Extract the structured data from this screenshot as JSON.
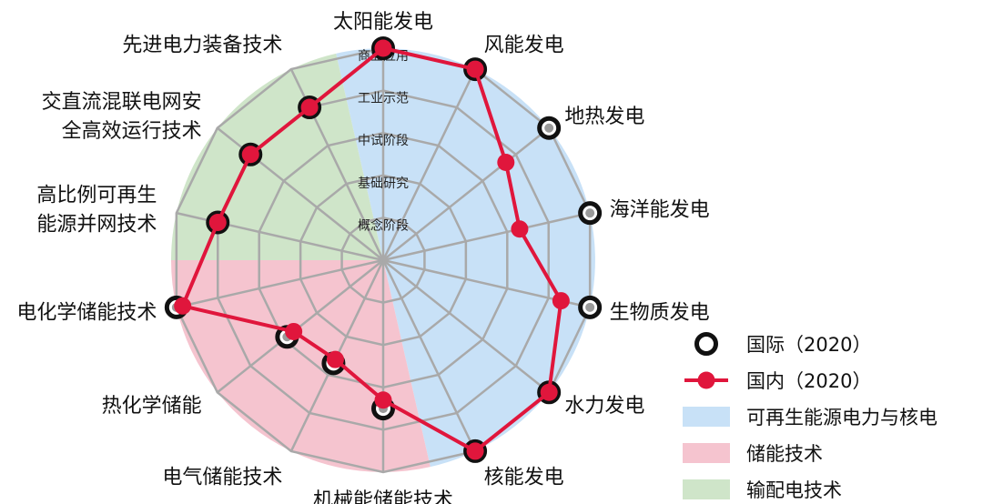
{
  "chart_data": {
    "type": "radar",
    "categories": [
      "太阳能发电",
      "风能发电",
      "地热发电",
      "海洋能发电",
      "生物质发电",
      "水力发电",
      "核能发电",
      "机械能储能技术",
      "电气储能技术",
      "热化学储能",
      "电化学储能技术",
      "高比例可再生能源并网技术",
      "交直流混联电网安全高效运行技术",
      "先进电力装备技术"
    ],
    "category_labels": [
      [
        "太阳能发电"
      ],
      [
        "风能发电"
      ],
      [
        "地热发电"
      ],
      [
        "海洋能发电"
      ],
      [
        "生物质发电"
      ],
      [
        "水力发电"
      ],
      [
        "核能发电"
      ],
      [
        "机械能储能技术"
      ],
      [
        "电气储能技术"
      ],
      [
        "热化学储能"
      ],
      [
        "电化学储能技术"
      ],
      [
        "高比例可再生",
        "能源并网技术"
      ],
      [
        "交直流混联电网安",
        "全高效运行技术"
      ],
      [
        "先进电力装备技术"
      ]
    ],
    "levels": [
      "概念阶段",
      "基础研究",
      "中试阶段",
      "工业示范",
      "商业应用"
    ],
    "level_count": 5,
    "grid": true,
    "series": [
      {
        "name": "国际（2020）",
        "color": "#111111",
        "marker": "hollow-circle",
        "values": [
          5,
          5,
          5,
          5,
          5,
          5,
          5,
          3.5,
          2.7,
          2.9,
          5,
          4,
          4,
          4
        ]
      },
      {
        "name": "国内（2020）",
        "color": "#e0163c",
        "marker": "filled-circle",
        "values": [
          5,
          5,
          3.7,
          3.3,
          4.3,
          5,
          5,
          3.3,
          2.6,
          2.7,
          4.85,
          4,
          4,
          4
        ]
      }
    ],
    "groups": [
      {
        "name": "可再生能源电力与核电",
        "color": "#c8e1f7",
        "categories": [
          0,
          1,
          2,
          3,
          4,
          5,
          6
        ]
      },
      {
        "name": "储能技术",
        "color": "#f5c4cf",
        "categories": [
          7,
          8,
          9,
          10
        ]
      },
      {
        "name": "输配电技术",
        "color": "#cfe5c9",
        "categories": [
          11,
          12,
          13
        ]
      }
    ],
    "legend_position": "bottom-right"
  }
}
